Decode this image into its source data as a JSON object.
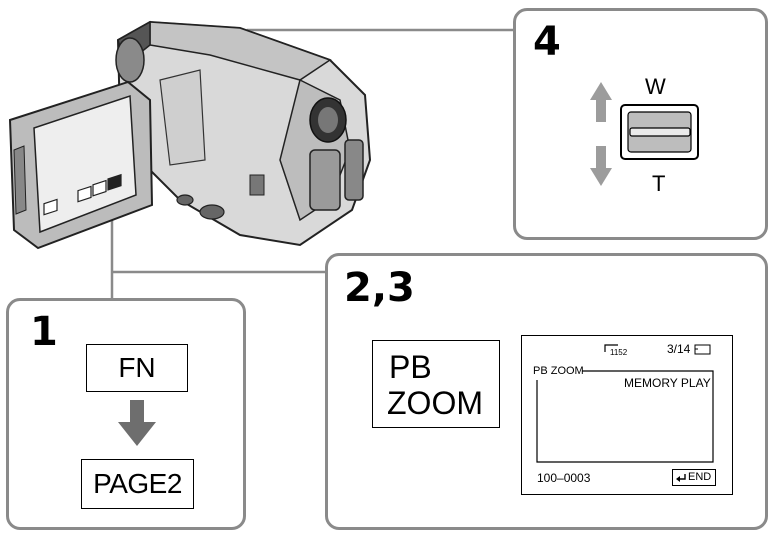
{
  "steps": {
    "step1": {
      "number": "1",
      "fn_label": "FN",
      "page_label": "PAGE2"
    },
    "step23": {
      "number": "2,3",
      "pb_zoom_line1": "PB",
      "pb_zoom_line2": "ZOOM",
      "lcd": {
        "counter_sub": "1152",
        "image_counter": "3/14",
        "mode_label": "PB ZOOM",
        "memory_play": "MEMORY PLAY",
        "file_number": "100–0003",
        "end_label": "END"
      }
    },
    "step4": {
      "number": "4",
      "wide_label": "W",
      "tele_label": "T"
    }
  },
  "colors": {
    "panel_border": "#8a8a8a",
    "arrow_gray": "#7a7a7a",
    "accent_gray": "#9c9c9c"
  }
}
